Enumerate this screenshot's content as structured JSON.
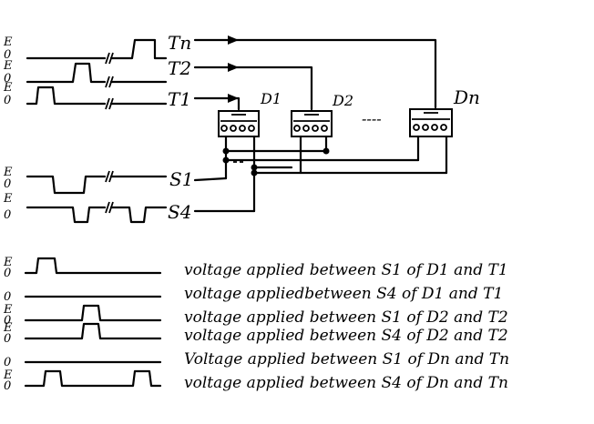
{
  "level_labels": {
    "high": "E",
    "low": "0"
  },
  "electrodes": {
    "tn": "Tn",
    "t2": "T2",
    "t1": "T1",
    "s1": "S1",
    "s4": "S4"
  },
  "devices": [
    {
      "label": "D1"
    },
    {
      "label": "D2"
    },
    {
      "label": "Dn"
    }
  ],
  "ellipsis": "----",
  "legend": [
    {
      "caption": "voltage applied between S1 of D1 and T1",
      "pulses": 1,
      "has_high": true
    },
    {
      "caption": "voltage appliedbetween S4 of D1 and T1",
      "pulses": 0,
      "has_high": false
    },
    {
      "caption": "voltage applied between S1 of D2 and T2",
      "pulses": 1,
      "has_high": true
    },
    {
      "caption": "voltage applied between S4 of D2 and T2",
      "pulses": 1,
      "has_high": true
    },
    {
      "caption": "Voltage applied between S1 of Dn and Tn",
      "pulses": 0,
      "has_high": false
    },
    {
      "caption": "voltage applied between S4 of Dn and Tn",
      "pulses": 2,
      "has_high": true
    }
  ]
}
